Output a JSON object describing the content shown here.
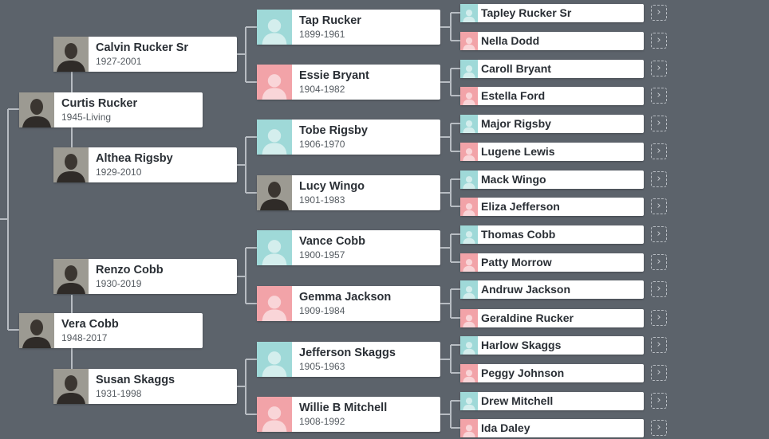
{
  "colors": {
    "background": "#5c636b",
    "male": "#9fd9d8",
    "female": "#f2a3a8",
    "line": "#b7bcc2",
    "card": "#ffffff"
  },
  "root": {
    "name": "Curtis Rucker",
    "years": "1945-Living",
    "gender": "male",
    "portrait": "photo"
  },
  "spouse": {
    "name": "Vera Cobb",
    "years": "1948-2017",
    "gender": "female",
    "portrait": "photo"
  },
  "parents": [
    {
      "name": "Calvin Rucker Sr",
      "years": "1927-2001",
      "gender": "male",
      "portrait": "photo"
    },
    {
      "name": "Althea Rigsby",
      "years": "1929-2010",
      "gender": "female",
      "portrait": "photo"
    },
    {
      "name": "Renzo Cobb",
      "years": "1930-2019",
      "gender": "male",
      "portrait": "photo"
    },
    {
      "name": "Susan Skaggs",
      "years": "1931-1998",
      "gender": "female",
      "portrait": "photo"
    }
  ],
  "grandparents": [
    {
      "name": "Tap Rucker",
      "years": "1899-1961",
      "gender": "male",
      "portrait": "silhouette"
    },
    {
      "name": "Essie Bryant",
      "years": "1904-1982",
      "gender": "female",
      "portrait": "silhouette"
    },
    {
      "name": "Tobe Rigsby",
      "years": "1906-1970",
      "gender": "male",
      "portrait": "silhouette"
    },
    {
      "name": "Lucy Wingo",
      "years": "1901-1983",
      "gender": "female",
      "portrait": "photo"
    },
    {
      "name": "Vance Cobb",
      "years": "1900-1957",
      "gender": "male",
      "portrait": "silhouette"
    },
    {
      "name": "Gemma Jackson",
      "years": "1909-1984",
      "gender": "female",
      "portrait": "silhouette"
    },
    {
      "name": "Jefferson Skaggs",
      "years": "1905-1963",
      "gender": "male",
      "portrait": "silhouette"
    },
    {
      "name": "Willie B Mitchell",
      "years": "1908-1992",
      "gender": "female",
      "portrait": "silhouette"
    }
  ],
  "great_grandparents": [
    {
      "name": "Tapley Rucker Sr",
      "gender": "male"
    },
    {
      "name": "Nella Dodd",
      "gender": "female"
    },
    {
      "name": "Caroll Bryant",
      "gender": "male"
    },
    {
      "name": "Estella Ford",
      "gender": "female"
    },
    {
      "name": "Major Rigsby",
      "gender": "male"
    },
    {
      "name": "Lugene Lewis",
      "gender": "female"
    },
    {
      "name": "Mack Wingo",
      "gender": "male"
    },
    {
      "name": "Eliza Jefferson",
      "gender": "female"
    },
    {
      "name": "Thomas Cobb",
      "gender": "male"
    },
    {
      "name": "Patty Morrow",
      "gender": "female"
    },
    {
      "name": "Andruw Jackson",
      "gender": "male"
    },
    {
      "name": "Geraldine Rucker",
      "gender": "female"
    },
    {
      "name": "Harlow Skaggs",
      "gender": "male"
    },
    {
      "name": "Peggy Johnson",
      "gender": "female"
    },
    {
      "name": "Drew Mitchell",
      "gender": "male"
    },
    {
      "name": "Ida Daley",
      "gender": "female"
    }
  ],
  "expand_icon": "›"
}
